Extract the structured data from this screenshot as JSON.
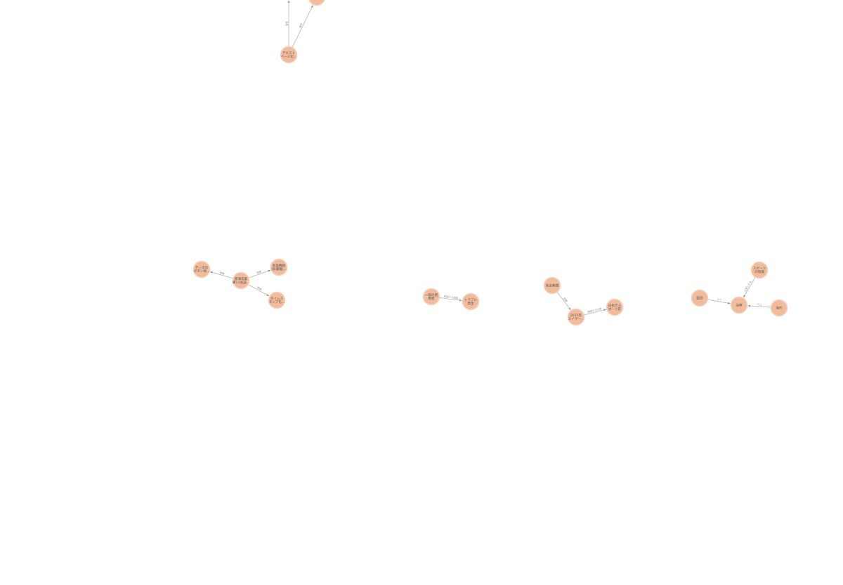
{
  "graph": {
    "node_color": "#f2bc9c",
    "edge_color": "#b5b5b5",
    "nodes": [
      {
        "id": "n1",
        "label": [
          "テキスト",
          "ベース化..."
        ]
      },
      {
        "id": "n2",
        "label": [
          ""
        ]
      },
      {
        "id": "n3",
        "label": [
          ""
        ]
      },
      {
        "id": "n4",
        "label": [
          "黒澤作家",
          "嫌い(仮設..."
        ]
      },
      {
        "id": "n5",
        "label": [
          "データの",
          "ボタン保..."
        ]
      },
      {
        "id": "n6",
        "label": [
          "仮設機能",
          "(仮書籍)..."
        ]
      },
      {
        "id": "n7",
        "label": [
          "タイムス",
          "タンプ化..."
        ]
      },
      {
        "id": "n8",
        "label": [
          "一般の使",
          "用者"
        ]
      },
      {
        "id": "n9",
        "label": [
          "トラブル",
          "発生"
        ]
      },
      {
        "id": "n10",
        "label": [
          "完全無償"
        ]
      },
      {
        "id": "n11",
        "label": [
          "2023年",
          "スイマー..."
        ]
      },
      {
        "id": "n12",
        "label": [
          "日本のス",
          "ポーツ史"
        ]
      },
      {
        "id": "n13",
        "label": [
          "医師"
        ]
      },
      {
        "id": "n14",
        "label": [
          "治療"
        ]
      },
      {
        "id": "n15",
        "label": [
          "スポーツ",
          "の現場"
        ]
      },
      {
        "id": "n16",
        "label": [
          "海外"
        ]
      }
    ],
    "edges": [
      {
        "id": "e1",
        "from": "n1",
        "to": "n2",
        "label": "属性"
      },
      {
        "id": "e2",
        "from": "n1",
        "to": "n3",
        "label": "属性"
      },
      {
        "id": "e3",
        "from": "n4",
        "to": "n5",
        "label": "関連"
      },
      {
        "id": "e4",
        "from": "n4",
        "to": "n6",
        "label": "関連"
      },
      {
        "id": "e5",
        "from": "n4",
        "to": "n7",
        "label": "関連"
      },
      {
        "id": "e6",
        "from": "n8",
        "to": "n9",
        "label": "直面する問題"
      },
      {
        "id": "e7",
        "from": "n10",
        "to": "n11",
        "label": "影響"
      },
      {
        "id": "e8",
        "from": "n11",
        "to": "n12",
        "label": "関連する分野"
      },
      {
        "id": "e9",
        "from": "n13",
        "to": "n14",
        "label": "行う"
      },
      {
        "id": "e10",
        "from": "n15",
        "to": "n14",
        "label": "必要とする"
      },
      {
        "id": "e11",
        "from": "n16",
        "to": "n14",
        "label": "行う"
      }
    ]
  }
}
